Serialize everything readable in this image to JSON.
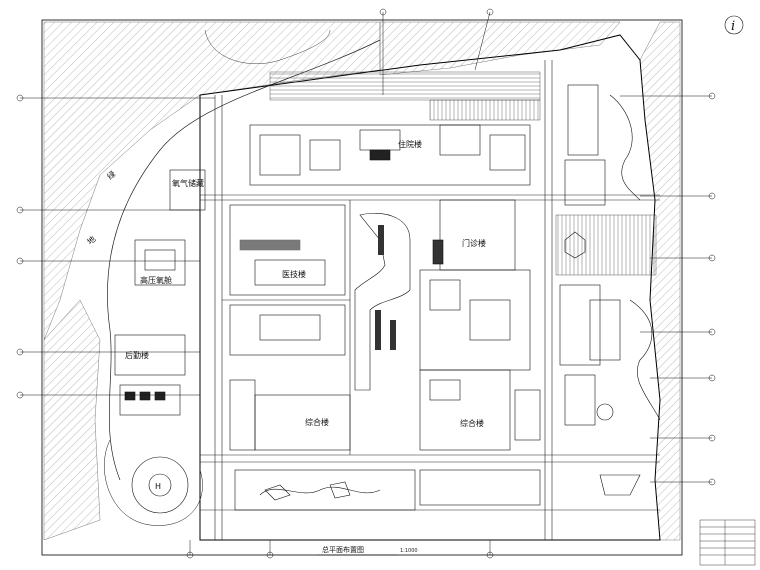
{
  "labels": {
    "gas_storage": "氧气储藏",
    "inpatient": "住院楼",
    "outpatient": "门诊楼",
    "medtech": "医技楼",
    "logistics": "后勤楼",
    "hi_pressure": "高压氧舱",
    "complex_w": "综合楼",
    "complex_e": "综合楼",
    "helipad": "H",
    "north_arrow": "i"
  },
  "drawing_title": "总平面布置图",
  "scale_note": "1:1000",
  "side_text_1": "绿",
  "side_text_2": "地"
}
